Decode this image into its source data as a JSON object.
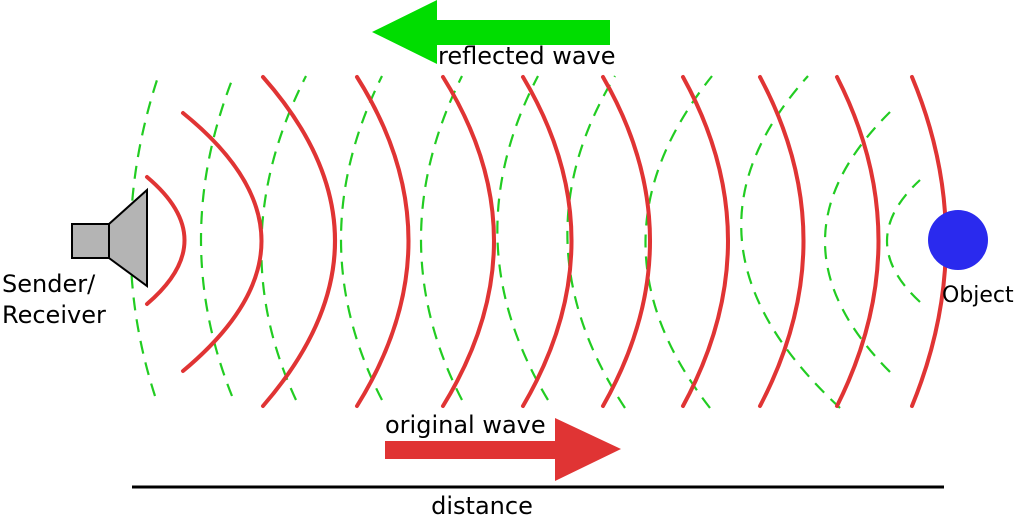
{
  "labels": {
    "reflected_wave": "reflected wave",
    "original_wave": "original wave",
    "distance": "distance",
    "sender_line1": "Sender/",
    "sender_line2": "Receiver",
    "object": "Object"
  },
  "colors": {
    "original_wave": "#e03434",
    "reflected_wave": "#22cc22",
    "reflected_arrow": "#00dd00",
    "original_arrow": "#e03434",
    "object": "#2a2aee",
    "speaker_fill": "#b4b4b4",
    "speaker_stroke": "#000000"
  },
  "icons": {
    "speaker": "speaker-icon",
    "object": "sphere-icon"
  }
}
